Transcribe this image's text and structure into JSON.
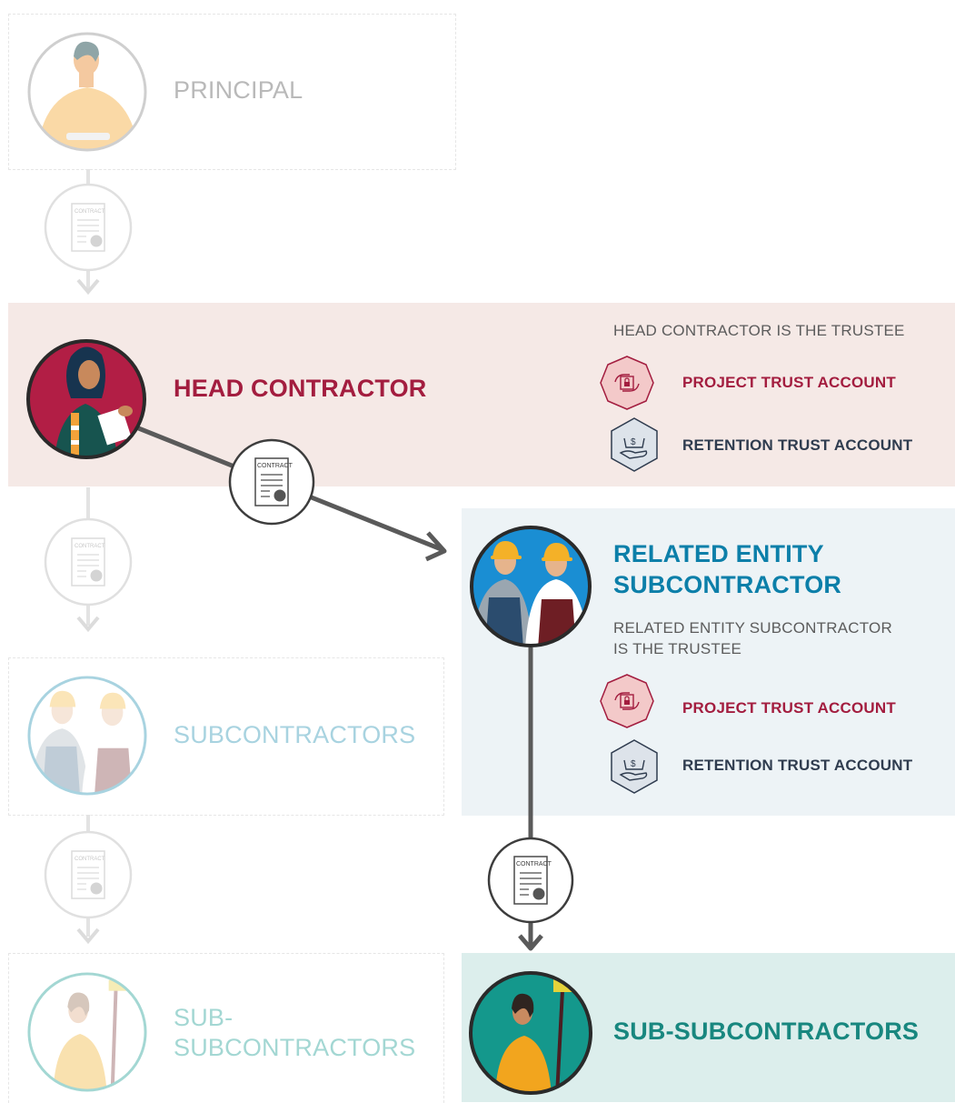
{
  "principal": {
    "label": "PRINCIPAL"
  },
  "head_contractor": {
    "label": "HEAD CONTRACTOR",
    "trustee_note": "HEAD CONTRACTOR IS THE TRUSTEE",
    "project_account": "PROJECT TRUST ACCOUNT",
    "retention_account": "RETENTION TRUST ACCOUNT"
  },
  "related_entity": {
    "label_line1": "RELATED ENTITY",
    "label_line2": "SUBCONTRACTOR",
    "trustee_line1": "RELATED ENTITY SUBCONTRACTOR",
    "trustee_line2": "IS THE TRUSTEE",
    "project_account": "PROJECT TRUST ACCOUNT",
    "retention_account": "RETENTION TRUST ACCOUNT"
  },
  "subcontractors": {
    "label": "SUBCONTRACTORS"
  },
  "sub_subcontractors_faded": {
    "label_line1": "SUB-",
    "label_line2": "SUBCONTRACTORS"
  },
  "sub_subcontractors": {
    "label": "SUB-SUBCONTRACTORS"
  },
  "contract_text": "CONTRACT",
  "colors": {
    "head_red": "#a31d3f",
    "related_blue": "#0c7fa9",
    "subsub_teal": "#18877f",
    "navy": "#2f3c4f",
    "arrow_grey": "#5a5a5a"
  }
}
